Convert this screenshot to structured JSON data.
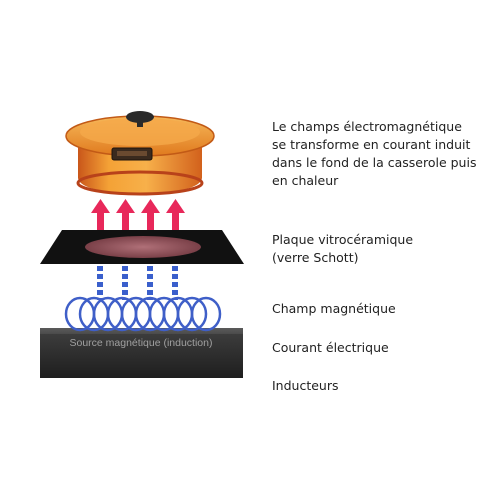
{
  "labels": {
    "electromagnetic": "Le champs électromagnétique\nse transforme en courant induit\ndans le fond de la casserole puis\nen chaleur",
    "plate": "Plaque vitrocéramique\n(verre Schott)",
    "magnetic_field": "Champ magnétique",
    "current": "Courant électrique",
    "inductors": "Inducteurs"
  },
  "source_label": "Source magnétique (induction)",
  "colors": {
    "pot_orange": "#f08a1c",
    "pot_dark": "#c24a12",
    "heat_arrow": "#e8285a",
    "field_dash": "#3a5fcc",
    "coil": "#3f5fc8",
    "plate": "#111111",
    "induction_zone": "#9a5a62",
    "source_block": "#3a3a3a",
    "text": "#222222"
  }
}
